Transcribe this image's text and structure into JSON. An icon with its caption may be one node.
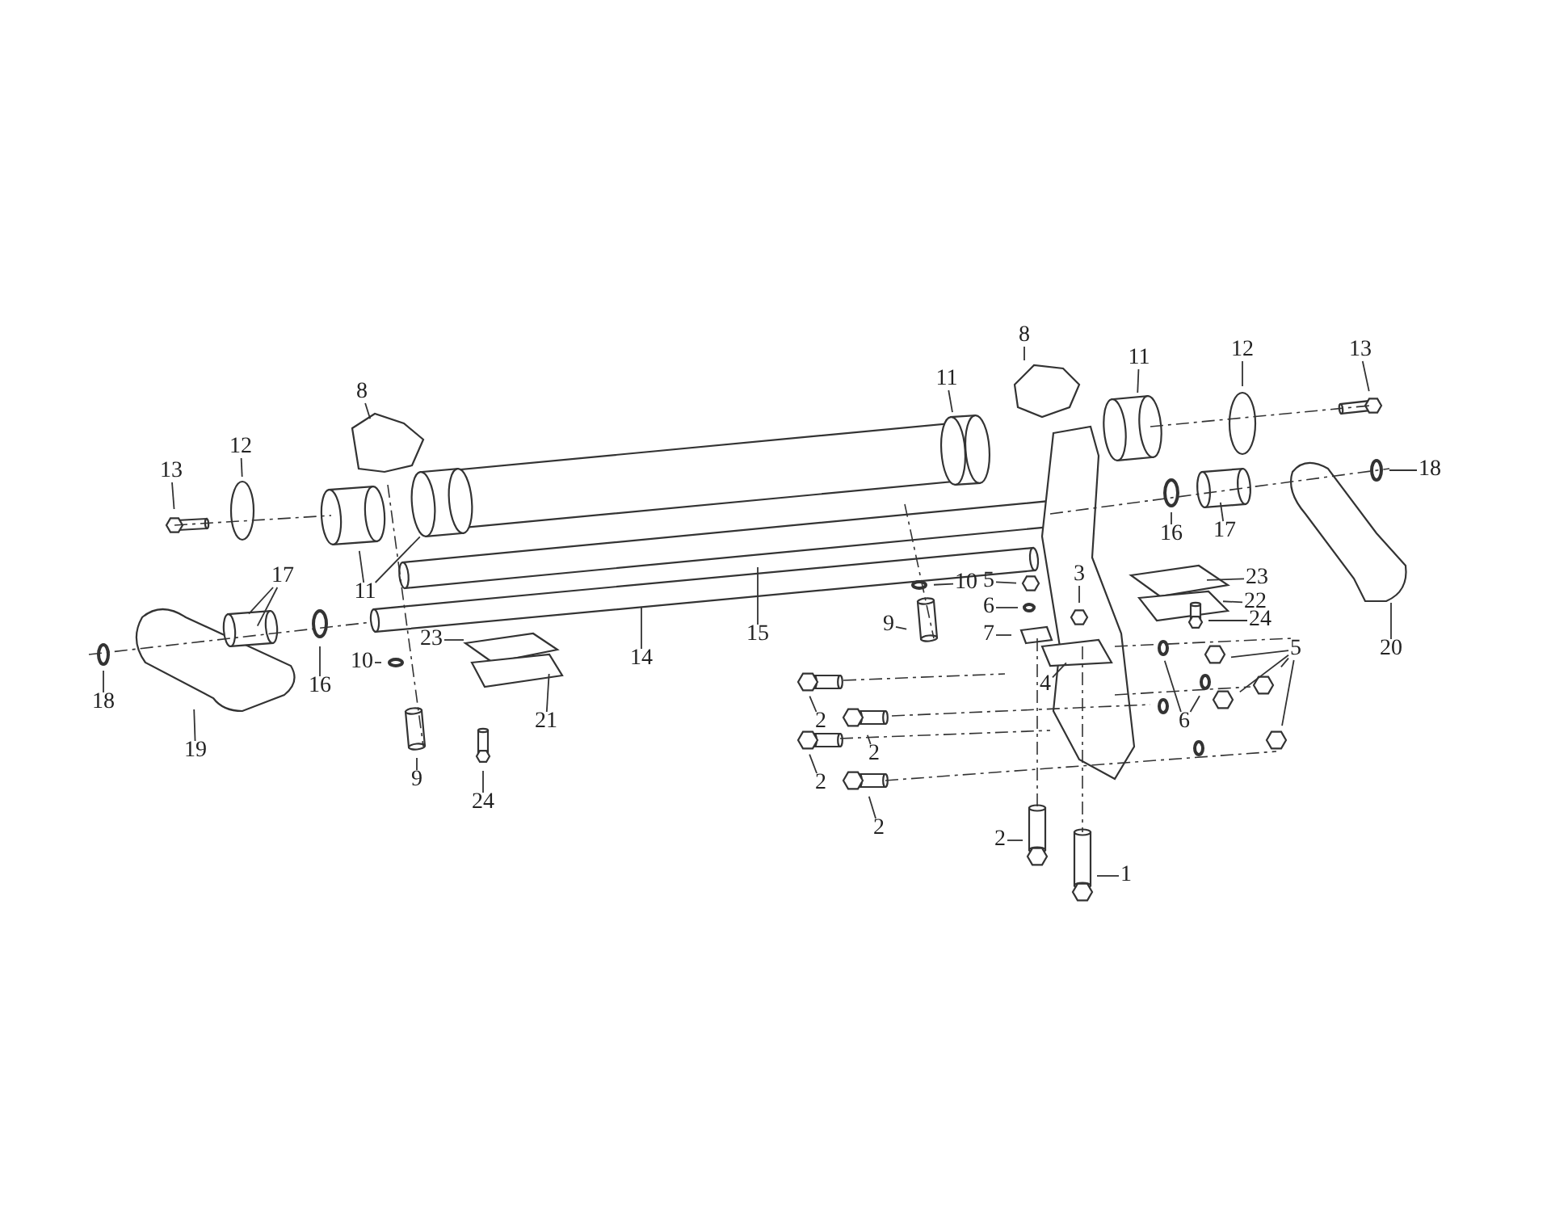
{
  "diagram": {
    "nodes": [
      {
        "text": [
          "8"
        ]
      },
      {
        "text": [
          "12"
        ]
      },
      {
        "text": [
          "13"
        ]
      },
      {
        "text": [
          "11"
        ]
      },
      {
        "text": [
          "17"
        ]
      },
      {
        "text": [
          "18"
        ]
      },
      {
        "text": [
          "19"
        ]
      },
      {
        "text": [
          "16"
        ]
      },
      {
        "text": [
          "10"
        ]
      },
      {
        "text": [
          "23"
        ]
      },
      {
        "text": [
          "24"
        ]
      },
      {
        "text": [
          "21"
        ]
      },
      {
        "text": [
          "14"
        ]
      },
      {
        "text": [
          "15"
        ]
      },
      {
        "text": [
          "11"
        ]
      },
      {
        "text": [
          "8"
        ]
      },
      {
        "text": [
          "11"
        ]
      },
      {
        "text": [
          "12"
        ]
      },
      {
        "text": [
          "13"
        ]
      },
      {
        "text": [
          "18"
        ]
      },
      {
        "text": [
          "16"
        ]
      },
      {
        "text": [
          "17"
        ]
      },
      {
        "text": [
          "20"
        ]
      },
      {
        "text": [
          "10"
        ]
      },
      {
        "text": [
          "9"
        ]
      },
      {
        "text": [
          "5"
        ]
      },
      {
        "text": [
          "6"
        ]
      },
      {
        "text": [
          "7"
        ]
      },
      {
        "text": [
          "3"
        ]
      },
      {
        "text": [
          "4"
        ]
      },
      {
        "text": [
          "23"
        ]
      },
      {
        "text": [
          "22"
        ]
      },
      {
        "text": [
          "24"
        ]
      },
      {
        "text": [
          "5"
        ]
      },
      {
        "text": [
          "6"
        ]
      },
      {
        "text": [
          "2"
        ]
      },
      {
        "text": [
          "2"
        ]
      },
      {
        "text": [
          "2"
        ]
      },
      {
        "text": [
          "2"
        ]
      },
      {
        "text": [
          "2"
        ]
      },
      {
        "text": [
          "1"
        ]
      },
      {
        "text": [
          "9"
        ]
      }
    ],
    "edges": [
      {
        "from": 0,
        "to": null,
        "arrow": "none"
      },
      {
        "from": 1,
        "to": null,
        "arrow": "none"
      },
      {
        "from": 2,
        "to": null,
        "arrow": "none"
      },
      {
        "from": 3,
        "to": null,
        "arrow": "none"
      },
      {
        "from": 3,
        "to": null,
        "arrow": "none"
      },
      {
        "from": 4,
        "to": null,
        "arrow": "none"
      },
      {
        "from": 4,
        "to": null,
        "arrow": "none"
      },
      {
        "from": 5,
        "to": null,
        "arrow": "none"
      },
      {
        "from": 6,
        "to": null,
        "arrow": "none"
      },
      {
        "from": 7,
        "to": null,
        "arrow": "none"
      },
      {
        "from": 8,
        "to": null,
        "arrow": "none"
      },
      {
        "from": 9,
        "to": null,
        "arrow": "none"
      },
      {
        "from": 10,
        "to": null,
        "arrow": "none"
      },
      {
        "from": 11,
        "to": null,
        "arrow": "none"
      },
      {
        "from": 12,
        "to": null,
        "arrow": "none"
      },
      {
        "from": 13,
        "to": null,
        "arrow": "none"
      },
      {
        "from": 14,
        "to": null,
        "arrow": "none"
      },
      {
        "from": 15,
        "to": null,
        "arrow": "none"
      },
      {
        "from": 16,
        "to": null,
        "arrow": "none"
      },
      {
        "from": 17,
        "to": null,
        "arrow": "none"
      },
      {
        "from": 18,
        "to": null,
        "arrow": "none"
      },
      {
        "from": 19,
        "to": null,
        "arrow": "none"
      },
      {
        "from": 20,
        "to": null,
        "arrow": "none"
      },
      {
        "from": 21,
        "to": null,
        "arrow": "none"
      },
      {
        "from": 22,
        "to": null,
        "arrow": "none"
      },
      {
        "from": 23,
        "to": null,
        "arrow": "none"
      },
      {
        "from": 24,
        "to": null,
        "arrow": "none"
      },
      {
        "from": 25,
        "to": null,
        "arrow": "none"
      },
      {
        "from": 26,
        "to": null,
        "arrow": "none"
      },
      {
        "from": 27,
        "to": null,
        "arrow": "none"
      },
      {
        "from": 28,
        "to": null,
        "arrow": "none"
      },
      {
        "from": 29,
        "to": null,
        "arrow": "none"
      },
      {
        "from": 30,
        "to": null,
        "arrow": "none"
      },
      {
        "from": 31,
        "to": null,
        "arrow": "none"
      },
      {
        "from": 32,
        "to": null,
        "arrow": "none"
      },
      {
        "from": 33,
        "to": null,
        "arrow": "none"
      },
      {
        "from": 33,
        "to": null,
        "arrow": "none"
      },
      {
        "from": 33,
        "to": null,
        "arrow": "none"
      },
      {
        "from": 33,
        "to": null,
        "arrow": "none"
      },
      {
        "from": 34,
        "to": null,
        "arrow": "none"
      },
      {
        "from": 34,
        "to": null,
        "arrow": "none"
      },
      {
        "from": 35,
        "to": null,
        "arrow": "none"
      },
      {
        "from": 36,
        "to": null,
        "arrow": "none"
      },
      {
        "from": 37,
        "to": null,
        "arrow": "none"
      },
      {
        "from": 38,
        "to": null,
        "arrow": "none"
      },
      {
        "from": 39,
        "to": null,
        "arrow": "none"
      },
      {
        "from": 40,
        "to": null,
        "arrow": "none"
      },
      {
        "from": 41,
        "to": null,
        "arrow": "none"
      }
    ]
  }
}
